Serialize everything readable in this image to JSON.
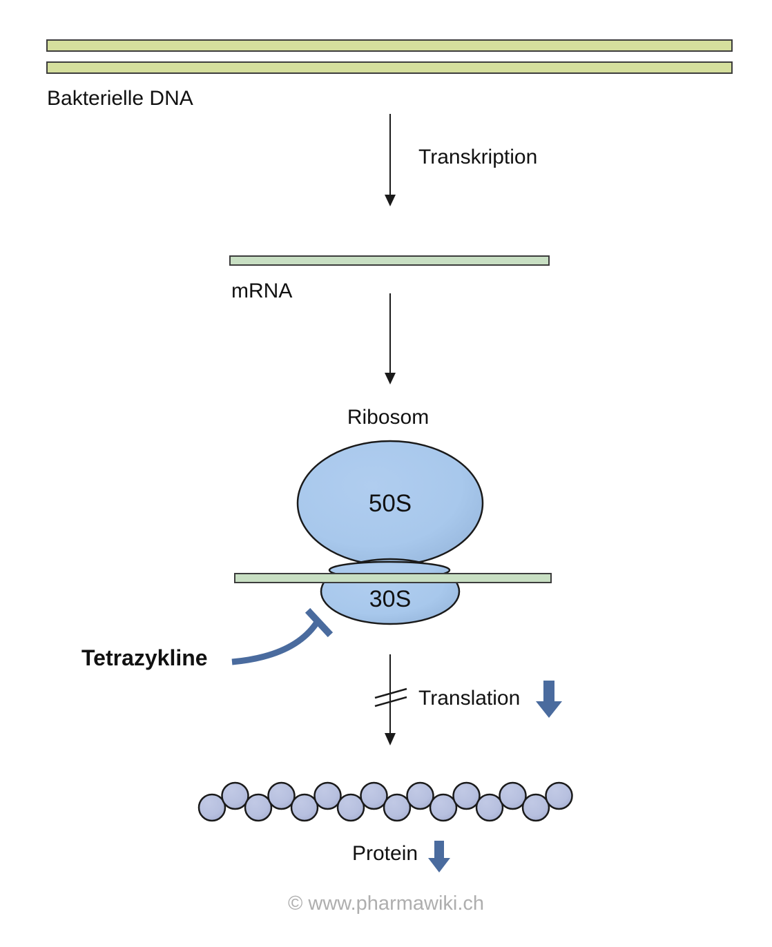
{
  "labels": {
    "dna": "Bakterielle DNA",
    "transcription": "Transkription",
    "mrna": "mRNA",
    "ribosome": "Ribosom",
    "subunit_50s": "50S",
    "subunit_30s": "30S",
    "drug": "Tetrazykline",
    "translation": "Translation",
    "protein": "Protein",
    "copyright": "© www.pharmawiki.ch"
  },
  "colors": {
    "dna_fill": "#d5df9d",
    "mrna_fill": "#c8dfc3",
    "ribosome_fill": "#a9c9eb",
    "ribosome_shade": "#95b5da",
    "bead_fill": "#b9c2e0",
    "accent_blue": "#4a6b9e",
    "outline": "#1a1a1a",
    "copyright_gray": "#aeaeae"
  },
  "protein_chain": {
    "bead_count": 16
  }
}
